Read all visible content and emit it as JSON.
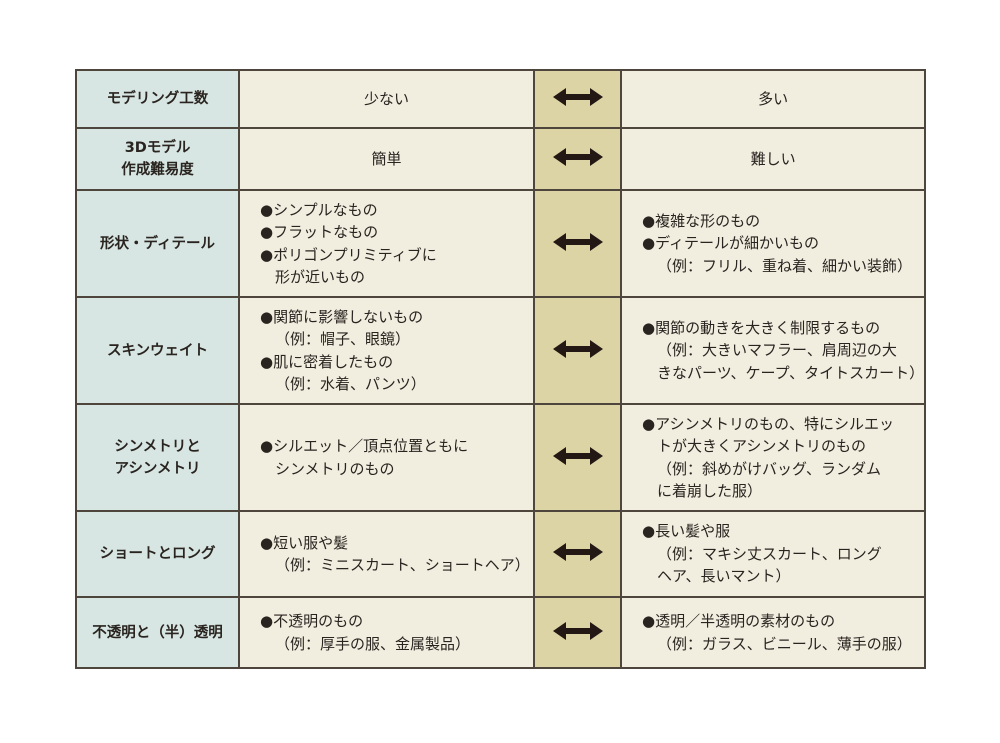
{
  "rows": [
    {
      "label": [
        "モデリング工数"
      ],
      "left_simple": "少ない",
      "right_simple": "多い"
    },
    {
      "label": [
        "3Dモデル",
        "作成難易度"
      ],
      "left_simple": "簡単",
      "right_simple": "難しい"
    },
    {
      "label": [
        "形状・ディテール"
      ],
      "left": [
        {
          "b": true,
          "t": "シンプルなもの"
        },
        {
          "b": true,
          "t": "フラットなもの"
        },
        {
          "b": true,
          "t": "ポリゴンプリミティブに"
        },
        {
          "b": false,
          "t": "形が近いもの"
        }
      ],
      "right": [
        {
          "b": true,
          "t": "複雑な形のもの"
        },
        {
          "b": true,
          "t": "ディテールが細かいもの"
        },
        {
          "b": false,
          "t": "（例：フリル、重ね着、細かい装飾）"
        }
      ]
    },
    {
      "label": [
        "スキンウェイト"
      ],
      "left": [
        {
          "b": true,
          "t": "関節に影響しないもの"
        },
        {
          "b": false,
          "t": "（例：帽子、眼鏡）"
        },
        {
          "b": true,
          "t": "肌に密着したもの"
        },
        {
          "b": false,
          "t": "（例：水着、パンツ）"
        }
      ],
      "right": [
        {
          "b": true,
          "t": "関節の動きを大きく制限するもの"
        },
        {
          "b": false,
          "t": "（例：大きいマフラー、肩周辺の大"
        },
        {
          "b": false,
          "t": "きなパーツ、ケープ、タイトスカート）"
        }
      ]
    },
    {
      "label": [
        "シンメトリと",
        "アシンメトリ"
      ],
      "left": [
        {
          "b": true,
          "t": "シルエット／頂点位置ともに"
        },
        {
          "b": false,
          "t": "シンメトリのもの"
        }
      ],
      "right": [
        {
          "b": true,
          "t": "アシンメトリのもの、特にシルエッ"
        },
        {
          "b": false,
          "t": "トが大きくアシンメトリのもの"
        },
        {
          "b": false,
          "t": "（例：斜めがけバッグ、ランダム"
        },
        {
          "b": false,
          "t": "に着崩した服）"
        }
      ]
    },
    {
      "label": [
        "ショートとロング"
      ],
      "left": [
        {
          "b": true,
          "t": "短い服や髪"
        },
        {
          "b": false,
          "t": "（例：ミニスカート、ショートヘア）"
        }
      ],
      "right": [
        {
          "b": true,
          "t": "長い髪や服"
        },
        {
          "b": false,
          "t": "（例：マキシ丈スカート、ロング"
        },
        {
          "b": false,
          "t": "ヘア、長いマント）"
        }
      ]
    },
    {
      "label": [
        "不透明と（半）透明"
      ],
      "left": [
        {
          "b": true,
          "t": "不透明のもの"
        },
        {
          "b": false,
          "t": "（例：厚手の服、金属製品）"
        }
      ],
      "right": [
        {
          "b": true,
          "t": "透明／半透明の素材のもの"
        },
        {
          "b": false,
          "t": "（例：ガラス、ビニール、薄手の服）"
        }
      ]
    }
  ],
  "bullet": "●",
  "icons": {
    "arrow": "double-headed-arrow-icon"
  }
}
